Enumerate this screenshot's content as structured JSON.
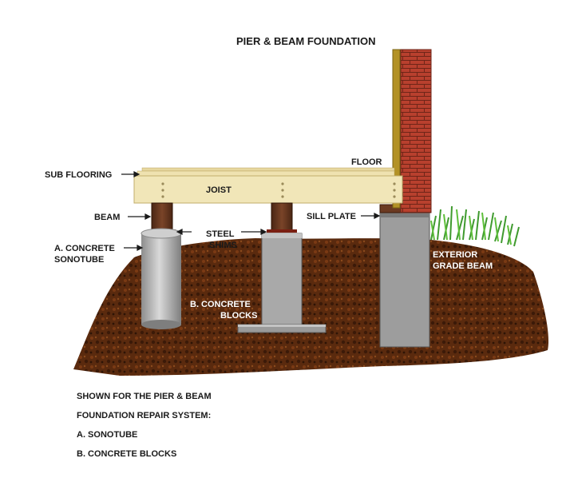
{
  "title": "PIER & BEAM FOUNDATION",
  "labels": {
    "floor": "FLOOR",
    "sub_flooring": "SUB FLOORING",
    "joist": "JOIST",
    "beam": "BEAM",
    "sill_plate": "SILL PLATE",
    "steel_shims_1": "STEEL",
    "steel_shims_2": "SHIMS",
    "sonotube_1": "A. CONCRETE",
    "sonotube_2": "SONOTUBE",
    "exterior_1": "EXTERIOR",
    "exterior_2": "GRADE BEAM",
    "blocks_1": "B. CONCRETE",
    "blocks_2": "BLOCKS"
  },
  "notes": [
    "SHOWN FOR THE PIER & BEAM",
    "FOUNDATION REPAIR SYSTEM:",
    "A. SONOTUBE",
    "B. CONCRETE BLOCKS"
  ],
  "colors": {
    "soil": "#5a2a0e",
    "brick": "#b8402e",
    "wood": "#f1e6b8",
    "concrete": "#a9a9a9",
    "beam": "#6b3a22",
    "grass": "#3f9a2e"
  }
}
